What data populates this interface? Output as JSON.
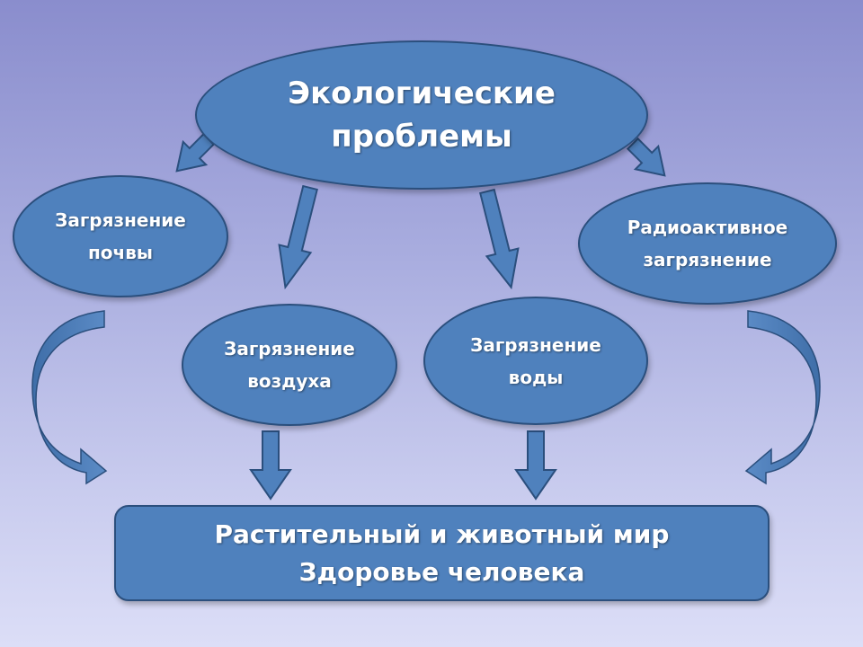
{
  "diagram": {
    "main": {
      "line1": "Экологические",
      "line2": "проблемы"
    },
    "nodes": {
      "soil": {
        "line1": "Загрязнение",
        "line2": "почвы"
      },
      "air": {
        "line1": "Загрязнение",
        "line2": "воздуха"
      },
      "water": {
        "line1": "Загрязнение",
        "line2": "воды"
      },
      "radioactive": {
        "line1": "Радиоактивное",
        "line2": "загрязнение"
      }
    },
    "result": {
      "line1": "Растительный и животный мир",
      "line2": "Здоровье человека"
    }
  },
  "colors": {
    "node_fill": "#4f81bd",
    "node_border": "#2b4f7d",
    "text": "#ffffff"
  }
}
